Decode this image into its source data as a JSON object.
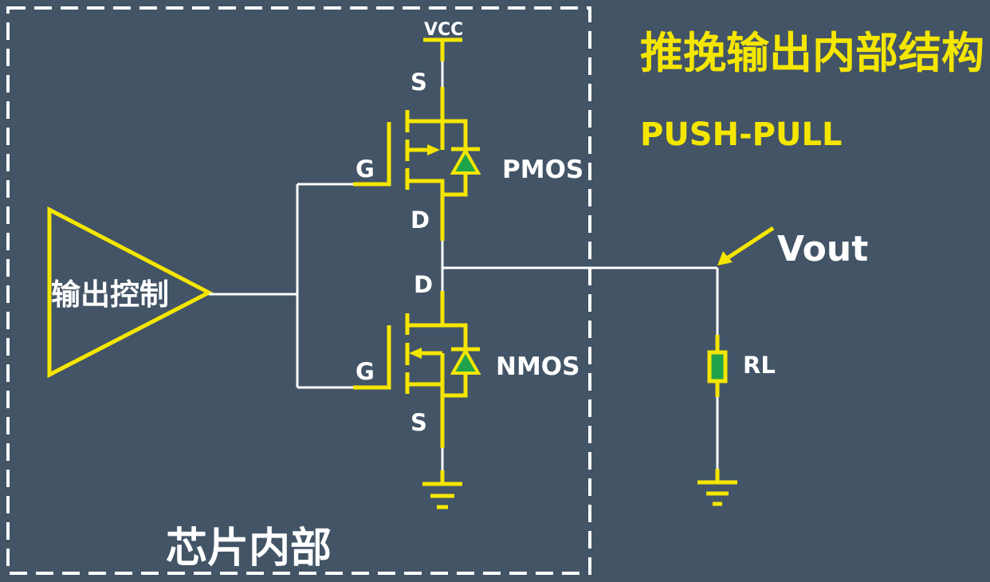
{
  "colors": {
    "background": "#425466",
    "component": "#f5e600",
    "wire": "#ffffff",
    "diode_fill": "#1fa34a",
    "resistor_fill": "#1fa34a",
    "text_white": "#ffffff",
    "text_yellow": "#f5e600"
  },
  "title": {
    "chinese": "推挽输出内部结构",
    "english": "PUSH-PULL"
  },
  "chip_boundary_label": "芯片内部",
  "control_block_label": "输出控制",
  "supply_label": "VCC",
  "pmos": {
    "name": "PMOS",
    "gate": "G",
    "source": "S",
    "drain": "D"
  },
  "nmos": {
    "name": "NMOS",
    "gate": "G",
    "source": "S",
    "drain": "D"
  },
  "output_label": "Vout",
  "load_label": "RL"
}
